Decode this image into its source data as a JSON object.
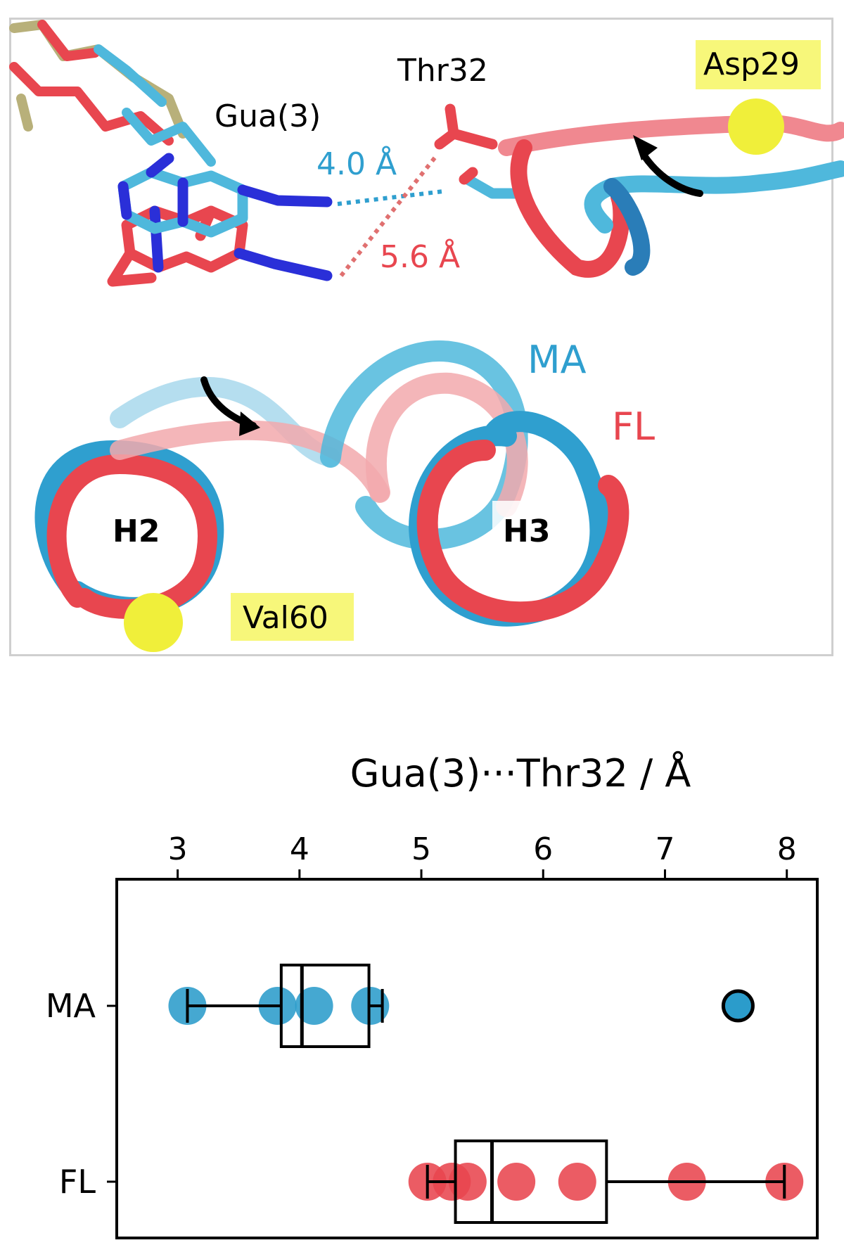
{
  "structure": {
    "labels": {
      "gua": "Gua(3)",
      "thr": "Thr32",
      "asp": "Asp29",
      "val": "Val60",
      "h2": "H2",
      "h3": "H3",
      "ma": "MA",
      "fl": "FL",
      "dist_ma": "4.0 Å",
      "dist_fl": "5.6 Å"
    },
    "colors": {
      "ma": "#2f9fcf",
      "fl": "#e8464f",
      "highlight": "#f7f77a",
      "sphere": "#f0ef3a",
      "nitrogen": "#2a2fd8",
      "phosphate": "#b8b07a"
    }
  },
  "chart_data": {
    "type": "box",
    "title": "Gua(3)···Thr32 / Å",
    "xlabel": "Gua(3)···Thr32 / Å",
    "xlim": [
      2.5,
      8.25
    ],
    "xticks": [
      "3",
      "4",
      "5",
      "6",
      "7",
      "8"
    ],
    "categories": [
      "MA",
      "FL"
    ],
    "colors": {
      "MA": "#2b9ccb",
      "FL": "#e8464f"
    },
    "series": [
      {
        "name": "MA",
        "points": [
          3.08,
          3.82,
          4.12,
          4.58
        ],
        "outliers": [
          7.6
        ],
        "box": {
          "whisker_low": 3.08,
          "q1": 3.85,
          "median": 4.02,
          "q3": 4.57,
          "whisker_high": 4.68
        }
      },
      {
        "name": "FL",
        "points": [
          5.05,
          5.25,
          5.38,
          5.78,
          6.28,
          7.18,
          7.98
        ],
        "outliers": [],
        "box": {
          "whisker_low": 5.05,
          "q1": 5.28,
          "median": 5.58,
          "q3": 6.52,
          "whisker_high": 7.98
        }
      }
    ],
    "grid": false,
    "legend": "none"
  }
}
